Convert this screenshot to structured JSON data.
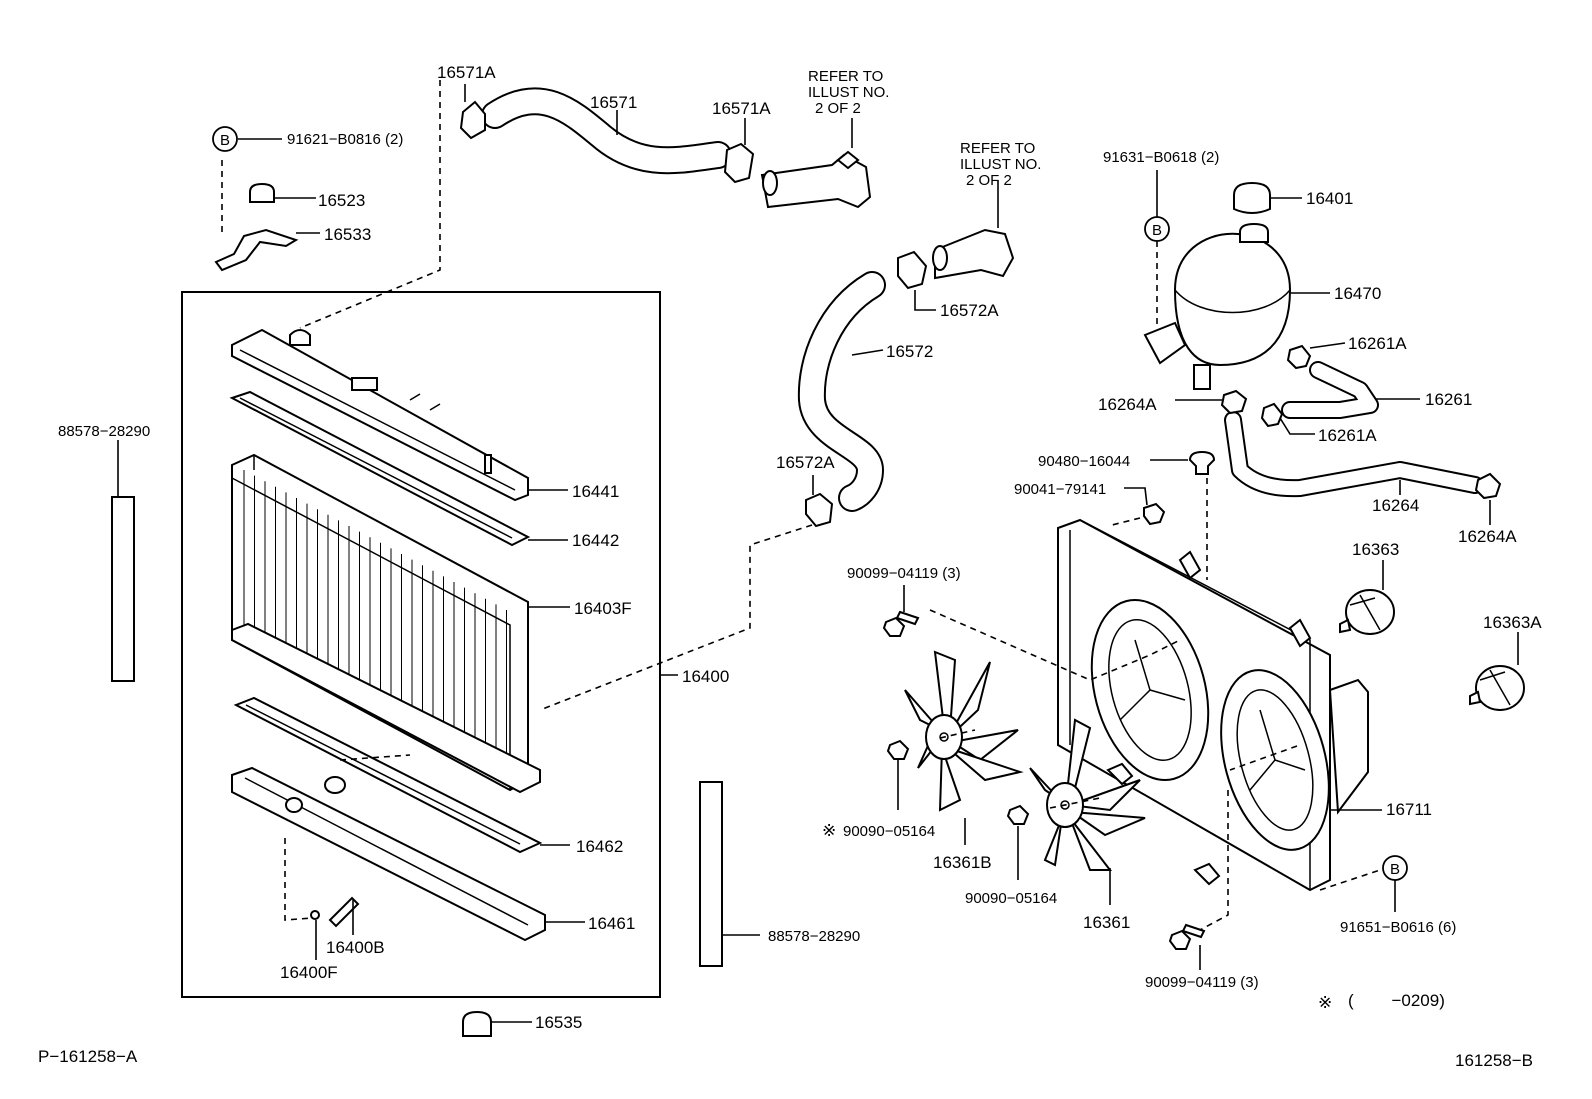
{
  "refs": {
    "refer_1": [
      "REFER TO",
      "ILLUST NO.",
      "2 OF 2"
    ],
    "refer_2": [
      "REFER TO",
      "ILLUST NO.",
      "2 OF 2"
    ]
  },
  "labels": {
    "p16571A_top": "16571A",
    "p16571": "16571",
    "p16571A_right": "16571A",
    "p91621": "91621−B0816 (2)",
    "p16523": "16523",
    "p16533": "16533",
    "p88578_left": "88578−28290",
    "p16441": "16441",
    "p16442": "16442",
    "p16403F": "16403F",
    "p16400": "16400",
    "p16462": "16462",
    "p16461": "16461",
    "p16400B": "16400B",
    "p16400F": "16400F",
    "p88578_right": "88578−28290",
    "p16535": "16535",
    "p16572A_top": "16572A",
    "p16572": "16572",
    "p16572A_left": "16572A",
    "p90099_top": "90099−04119 (3)",
    "p90090_star": "90090−05164",
    "p16361B": "16361B",
    "p90090": "90090−05164",
    "p16361": "16361",
    "p90099_bottom": "90099−04119 (3)",
    "p91631": "91631−B0618 (2)",
    "p16401": "16401",
    "p16470": "16470",
    "p16261A_top": "16261A",
    "p16264A_left": "16264A",
    "p16261": "16261",
    "p16261A_bottom": "16261A",
    "p90480": "90480−16044",
    "p90041": "90041−79141",
    "p16264": "16264",
    "p16264A_right": "16264A",
    "p16363": "16363",
    "p16363A": "16363A",
    "p16711": "16711",
    "p91651": "91651−B0616 (6)"
  },
  "markers": {
    "b": "B",
    "star": "※"
  },
  "footnote": {
    "symbol": "※",
    "text": "(        −0209)"
  },
  "ids": {
    "left": "P−161258−A",
    "right": "161258−B"
  }
}
